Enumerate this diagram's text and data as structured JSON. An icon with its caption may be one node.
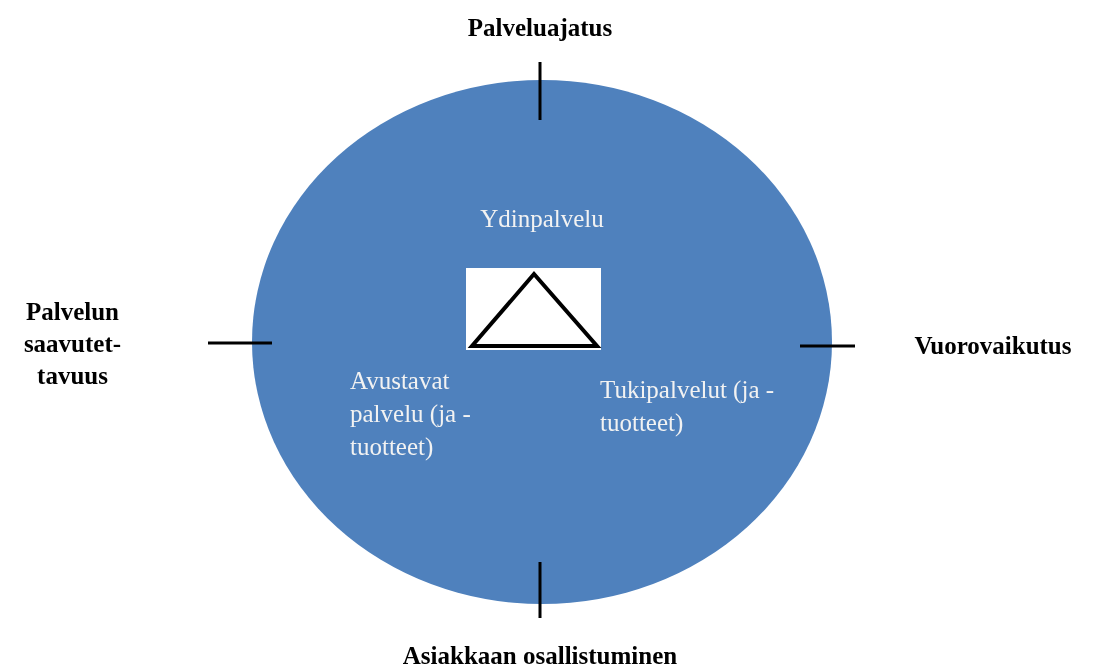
{
  "diagram": {
    "nodes": [
      {
        "text": [
          "Ydinpalvelu",
          "Avustavat palvelu (ja - tuotteet)",
          "Tukipalvelut (ja -tuotteet)"
        ]
      },
      {
        "text": [],
        "shape": "box",
        "in": 0
      }
    ],
    "edges": [],
    "labels": [
      "Palveluajatus",
      "Palvelun saavutet- tavuus",
      "Vuorovaikutus",
      "Asiakkaan osallistuminen"
    ]
  }
}
